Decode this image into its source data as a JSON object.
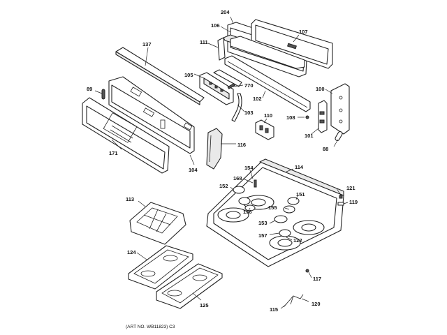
{
  "callouts": {
    "c204": "204",
    "c106": "106",
    "c107": "107",
    "c111": "111",
    "c137": "137",
    "c105": "105",
    "c770": "770",
    "c102": "102",
    "c100": "100",
    "c89": "89",
    "c103": "103",
    "c110": "110",
    "c108": "108",
    "c101": "101",
    "c88": "88",
    "c171": "171",
    "c116": "116",
    "c104": "104",
    "c114": "114",
    "c154": "154",
    "c168": "168",
    "c152": "152",
    "c151": "151",
    "c121": "121",
    "c119": "119",
    "c113": "113",
    "c156": "156",
    "c155": "155",
    "c153": "153",
    "c157": "157",
    "c122": "122",
    "c124": "124",
    "c117": "117",
    "c125": "125",
    "c115": "115",
    "c120": "120"
  },
  "art_number": "(ART NO. WB11823) C3"
}
